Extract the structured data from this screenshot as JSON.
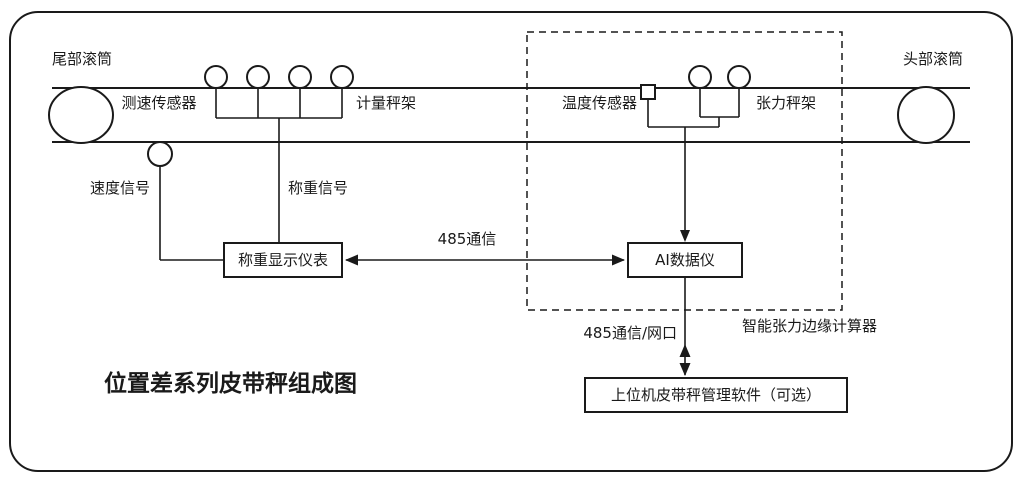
{
  "colors": {
    "line": "#1a1a1a",
    "title_blue": "#17439b",
    "background": "#ffffff"
  },
  "diagram": {
    "title": "位置差系列皮带秤组成图",
    "belt": {
      "tail_pulley_label": "尾部滚筒",
      "head_pulley_label": "头部滚筒"
    },
    "sensors": {
      "speed_sensor_label": "测速传感器",
      "metering_frame_label": "计量秤架",
      "temperature_sensor_label": "温度传感器",
      "tension_frame_label": "张力秤架"
    },
    "signals": {
      "speed_signal_label": "速度信号",
      "weighing_signal_label": "称重信号",
      "comm_485_label": "485通信",
      "comm_485_net_label": "485通信/网口"
    },
    "nodes": {
      "weighing_display_label": "称重显示仪表",
      "ai_data_label": "AI数据仪",
      "host_software_label": "上位机皮带秤管理软件（可选）"
    },
    "annotations": {
      "edge_computer_label": "智能张力边缘计算器"
    }
  }
}
